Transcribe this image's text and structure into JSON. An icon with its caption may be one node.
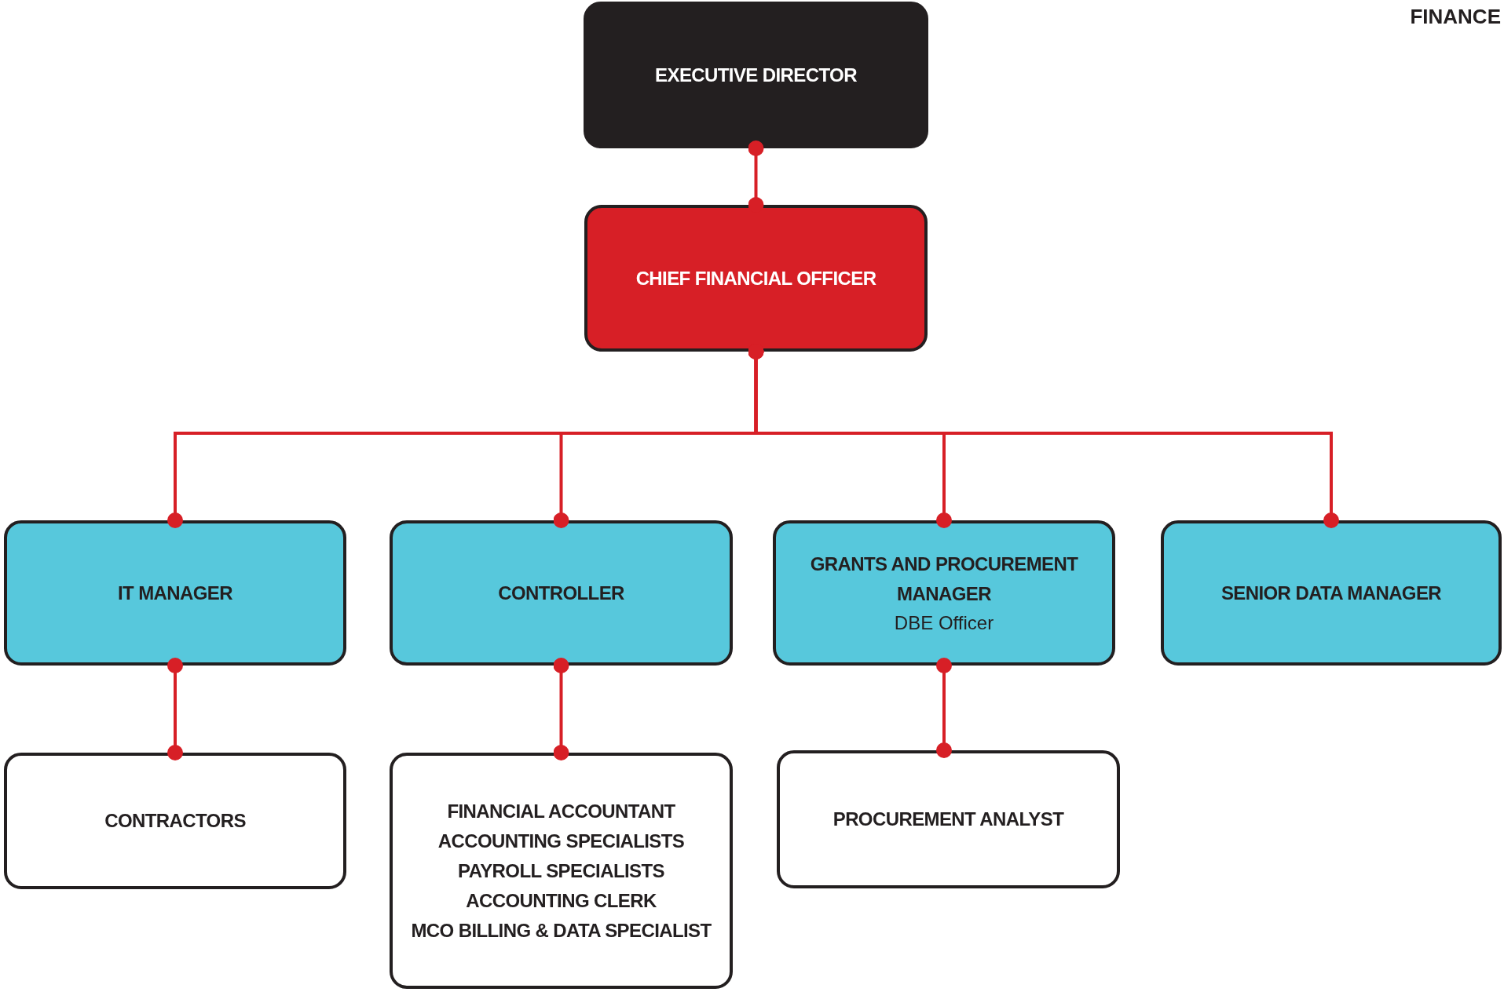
{
  "diagram": {
    "nodes": [
      {
        "text": [
          "EXECUTIVE DIRECTOR"
        ]
      },
      {
        "text": [
          "CHIEF FINANCIAL OFFICER"
        ]
      },
      {
        "text": [
          "IT MANAGER"
        ]
      },
      {
        "text": [
          "CONTROLLER"
        ]
      },
      {
        "text": [
          "GRANTS AND PROCUREMENT MANAGER",
          "DBE Officer"
        ]
      },
      {
        "text": [
          "SENIOR DATA MANAGER"
        ]
      },
      {
        "text": [
          "CONTRACTORS"
        ]
      },
      {
        "text": [
          "FINANCIAL ACCOUNTANT",
          "ACCOUNTING SPECIALISTS",
          "PAYROLL SPECIALISTS",
          "ACCOUNTING CLERK",
          "MCO BILLING & DATA SPECIALIST"
        ]
      },
      {
        "text": [
          "PROCUREMENT ANALYST"
        ]
      }
    ],
    "edges": [
      {
        "from": 0,
        "to": 1,
        "arrow": "other"
      },
      {
        "from": 1,
        "to": 2,
        "arrow": "other"
      },
      {
        "from": 1,
        "to": 3,
        "arrow": "other"
      },
      {
        "from": 1,
        "to": 4,
        "arrow": "other"
      },
      {
        "from": 1,
        "to": 5,
        "arrow": "other"
      },
      {
        "from": 2,
        "to": 6,
        "arrow": "other"
      },
      {
        "from": 3,
        "to": 7,
        "arrow": "other"
      },
      {
        "from": 4,
        "to": 8,
        "arrow": "other"
      }
    ],
    "labels": [
      "FINANCE"
    ]
  }
}
